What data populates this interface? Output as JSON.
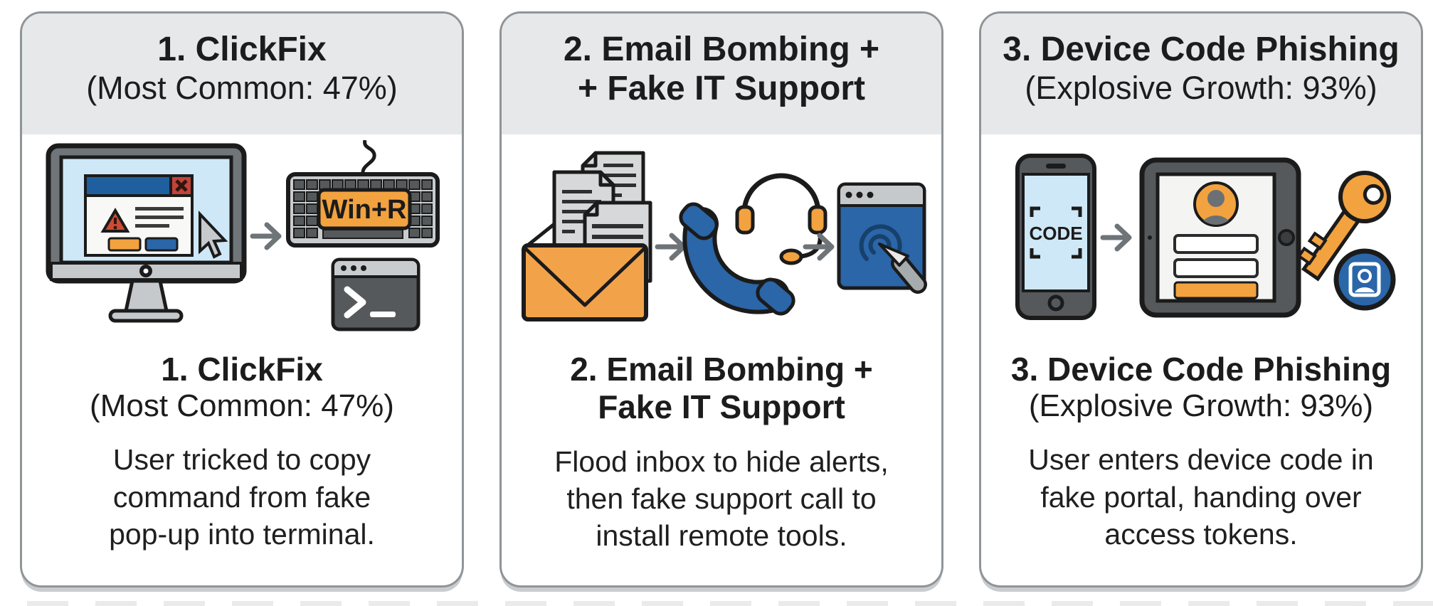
{
  "page": {
    "background": "#ffffff"
  },
  "colors": {
    "orange": "#F2A23F",
    "blue": "#2A66A8",
    "dark_outline": "#1B1B1B",
    "icon_gray": "#55595C",
    "light_gray": "#C9CCCE",
    "screen_blue": "#CFE8F7",
    "alert_red": "#C0443A",
    "header_bg": "#E6E8E9",
    "card_border": "#8F9497"
  },
  "cards": [
    {
      "id": "clickfix",
      "header": {
        "line1": "1. ClickFix",
        "line2": "(Most Common: 47%)"
      },
      "mid": {
        "line1": "1. ClickFix",
        "line2": "(Most Common: 47%)"
      },
      "desc": [
        "User tricked to copy",
        "command from fake",
        "pop-up into terminal."
      ],
      "win_r_key_label": "Win+R",
      "icon_names": [
        "fake-popup-monitor-icon",
        "flow-arrow-icon",
        "win-r-keyboard-icon",
        "terminal-window-icon"
      ]
    },
    {
      "id": "email-bombing-fake-it-support",
      "header": {
        "line1": "2. Email Bombing +",
        "line2": "+ Fake IT Support"
      },
      "mid": {
        "line1": "2. Email Bombing +",
        "line2": "Fake IT Support"
      },
      "desc": [
        "Flood inbox to hide alerts,",
        "then fake support call to",
        "install remote tools."
      ],
      "icon_names": [
        "email-flood-envelope-icon",
        "flow-arrow-icon",
        "support-call-headset-icon",
        "flow-arrow-icon",
        "remote-tool-browser-icon"
      ]
    },
    {
      "id": "device-code-phishing",
      "header": {
        "line1": "3. Device Code Phishing",
        "line2": "(Explosive Growth: 93%)"
      },
      "mid": {
        "line1": "3. Device Code Phishing",
        "line2": "(Explosive Growth: 93%)"
      },
      "desc": [
        "User enters device code in",
        "fake portal, handing over",
        "access tokens."
      ],
      "phone_screen_label": "CODE",
      "icon_names": [
        "device-code-phone-icon",
        "flow-arrow-icon",
        "fake-portal-tablet-icon",
        "access-token-key-icon"
      ]
    }
  ]
}
